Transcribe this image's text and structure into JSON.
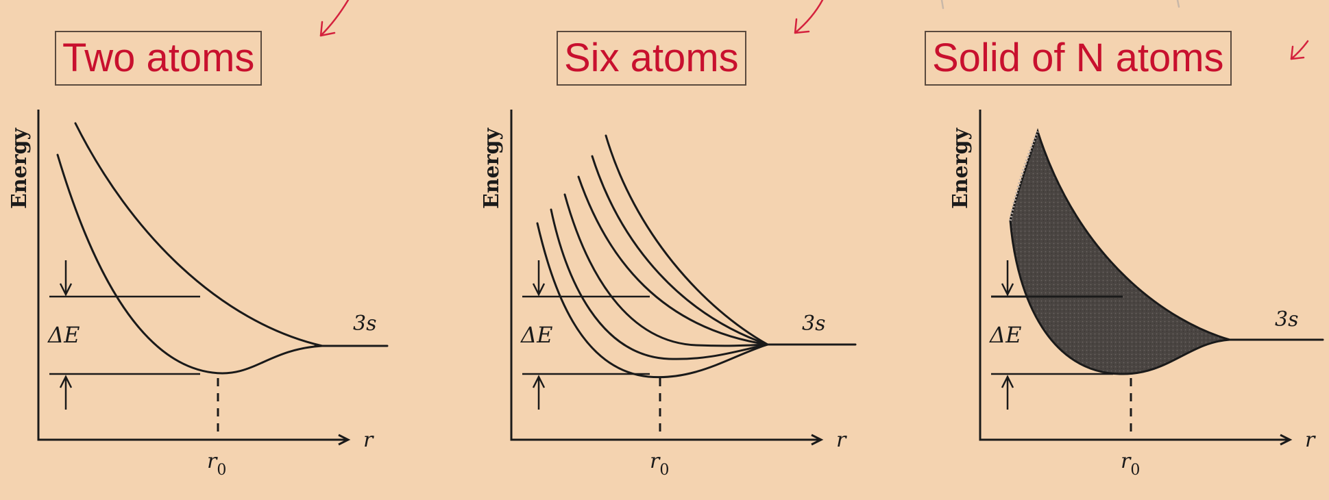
{
  "panels": [
    {
      "title": "Two atoms",
      "ylabel": "Energy",
      "xlabel": "r",
      "delta": "ΔE",
      "level": "3s",
      "r0": "r",
      "r0_sub": "0"
    },
    {
      "title": "Six atoms",
      "ylabel": "Energy",
      "xlabel": "r",
      "delta": "ΔE",
      "level": "3s",
      "r0": "r",
      "r0_sub": "0"
    },
    {
      "title": "Solid of N atoms",
      "ylabel": "Energy",
      "xlabel": "r",
      "delta": "ΔE",
      "level": "3s",
      "r0": "r",
      "r0_sub": "0"
    }
  ],
  "colors": {
    "background": "#f4d3b0",
    "title_text": "#c8102e",
    "ink": "#1a1a1a",
    "annotation": "#d4213d"
  },
  "icons": [
    "arrow-annotation-icon"
  ]
}
